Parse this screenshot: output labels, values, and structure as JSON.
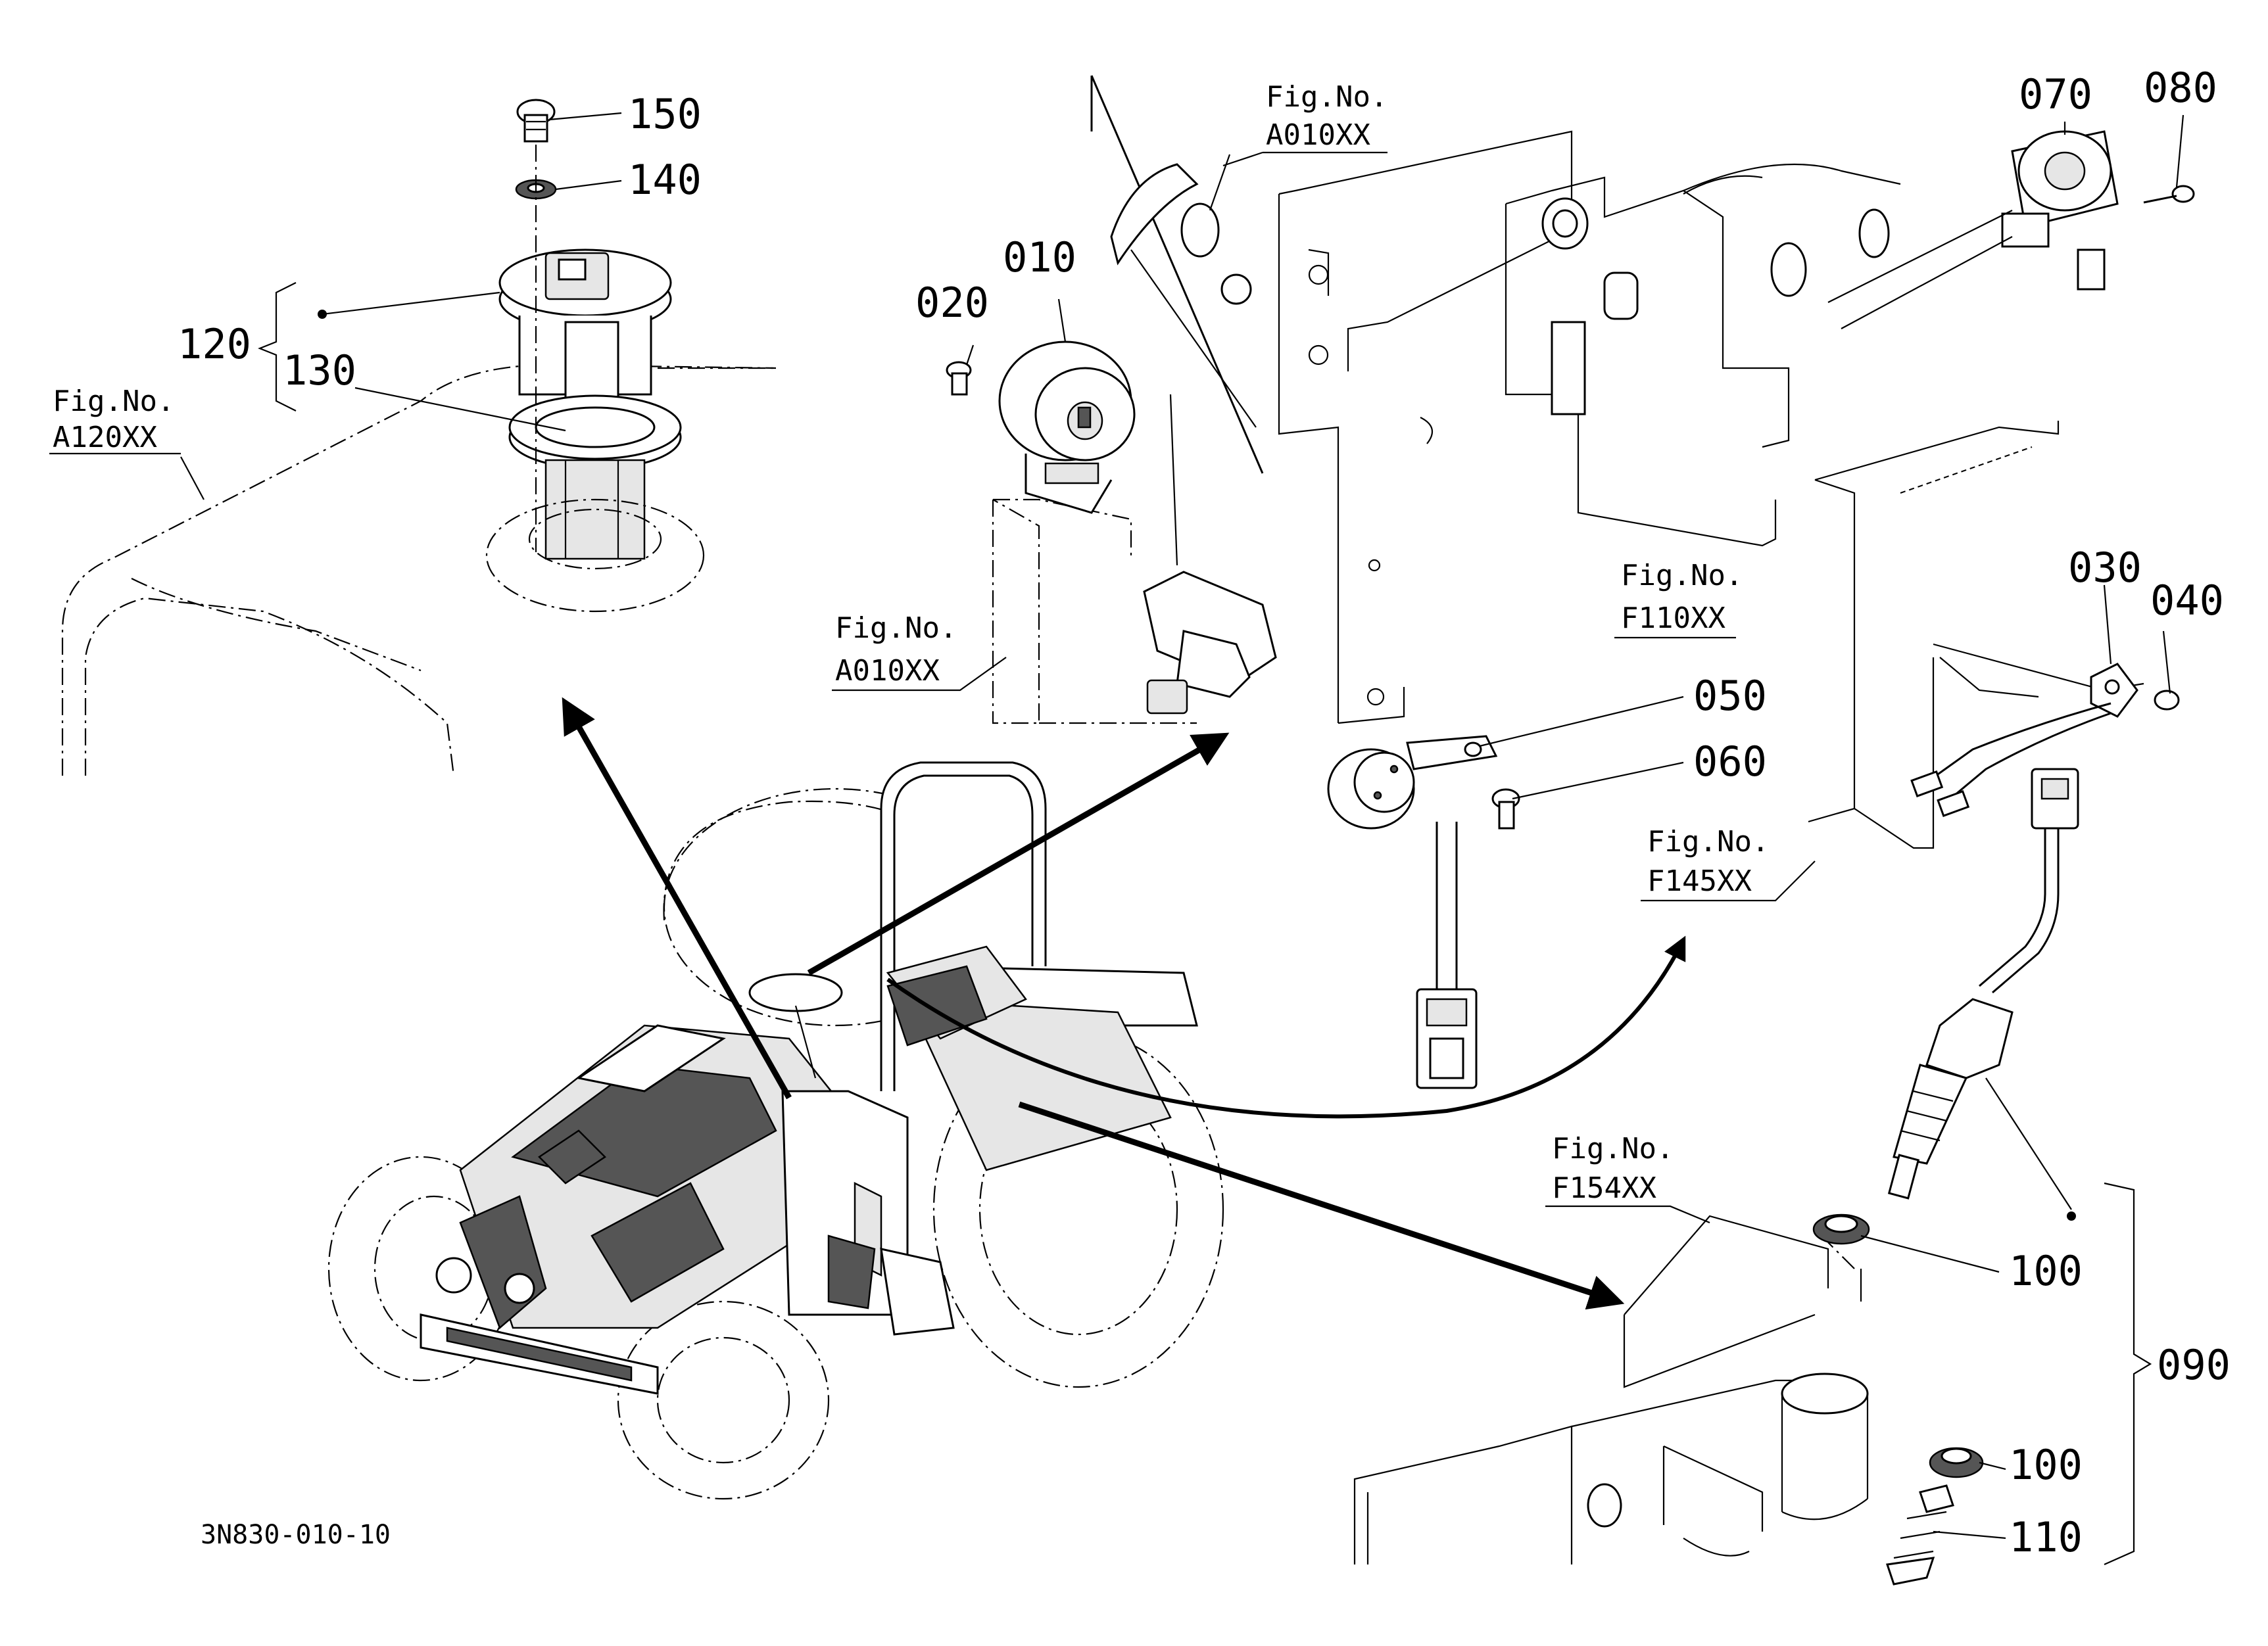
{
  "callouts": {
    "n150": "150",
    "n140": "140",
    "n120": "120",
    "n130": "130",
    "n020": "020",
    "n010": "010",
    "n070": "070",
    "n080": "080",
    "n030": "030",
    "n040": "040",
    "n050": "050",
    "n060": "060",
    "n100a": "100",
    "n100b": "100",
    "n090": "090",
    "n110": "110"
  },
  "figure_refs": {
    "a120": {
      "line1": "Fig.No.",
      "line2": "A120XX"
    },
    "a010_top": {
      "line1": "Fig.No.",
      "line2": "A010XX"
    },
    "a010_mid": {
      "line1": "Fig.No.",
      "line2": "A010XX"
    },
    "f110": {
      "line1": "Fig.No.",
      "line2": "F110XX"
    },
    "f145": {
      "line1": "Fig.No.",
      "line2": "F145XX"
    },
    "f154": {
      "line1": "Fig.No.",
      "line2": "F154XX"
    }
  },
  "drawing_code": "3N830-010-10"
}
